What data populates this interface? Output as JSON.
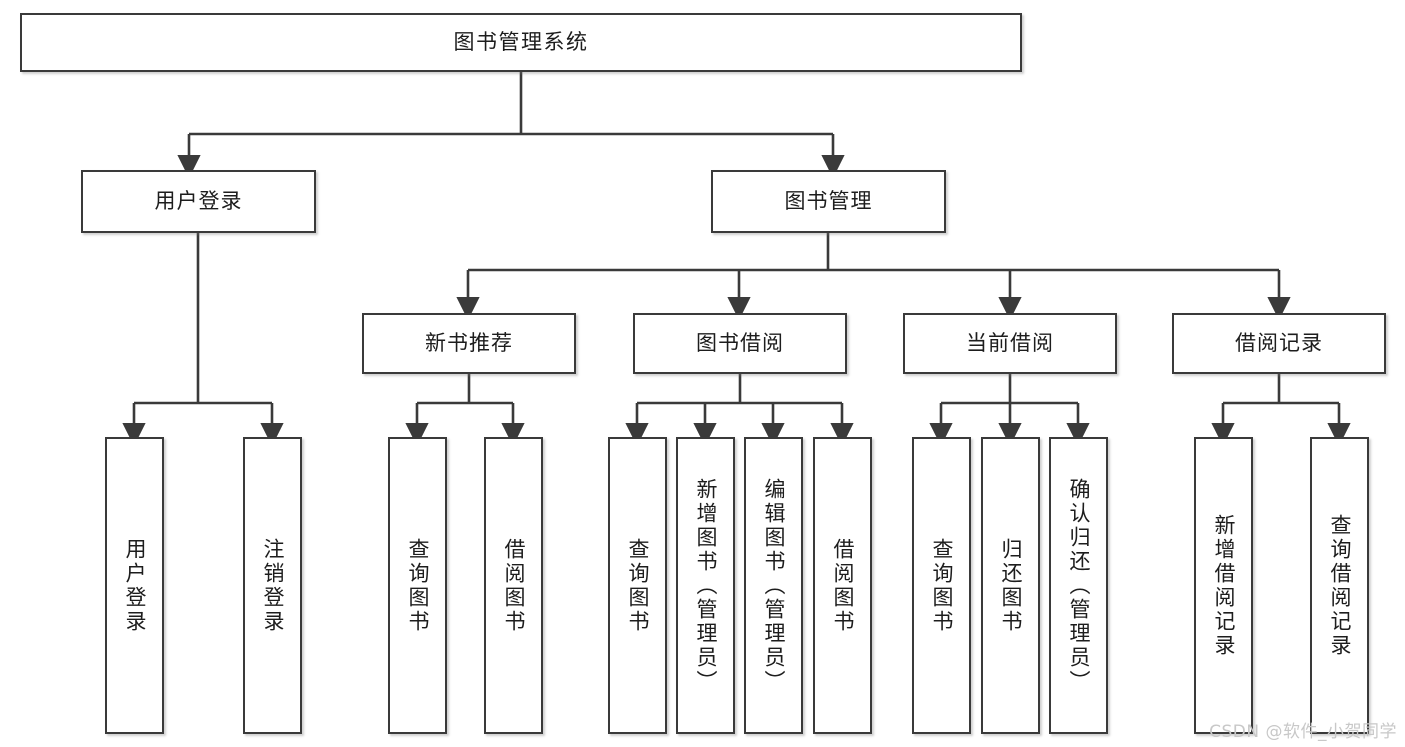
{
  "diagram": {
    "type": "tree-hierarchy",
    "title": "图书管理系统",
    "orientation": "top-down",
    "levels": 4
  },
  "root": {
    "label": "图书管理系统"
  },
  "level2": [
    {
      "label": "用户登录"
    },
    {
      "label": "图书管理"
    }
  ],
  "level3": [
    {
      "label": "新书推荐"
    },
    {
      "label": "图书借阅"
    },
    {
      "label": "当前借阅"
    },
    {
      "label": "借阅记录"
    }
  ],
  "leaves": {
    "user_login": [
      {
        "label": "用户登录"
      },
      {
        "label": "注销登录"
      }
    ],
    "new_book": [
      {
        "label": "查询图书"
      },
      {
        "label": "借阅图书"
      }
    ],
    "book_borrow": [
      {
        "label": "查询图书"
      },
      {
        "label": "新增图书（管理员）"
      },
      {
        "label": "编辑图书（管理员）"
      },
      {
        "label": "借阅图书"
      }
    ],
    "current_borrow": [
      {
        "label": "查询图书"
      },
      {
        "label": "归还图书"
      },
      {
        "label": "确认归还（管理员）"
      }
    ],
    "borrow_record": [
      {
        "label": "新增借阅记录"
      },
      {
        "label": "查询借阅记录"
      }
    ]
  },
  "watermark": {
    "text": "CSDN @软件_小贺同学"
  },
  "colors": {
    "stroke": "#3a3a3a",
    "fill": "#ffffff",
    "text": "#1d1d1d",
    "watermark": "#c8c8c8"
  }
}
